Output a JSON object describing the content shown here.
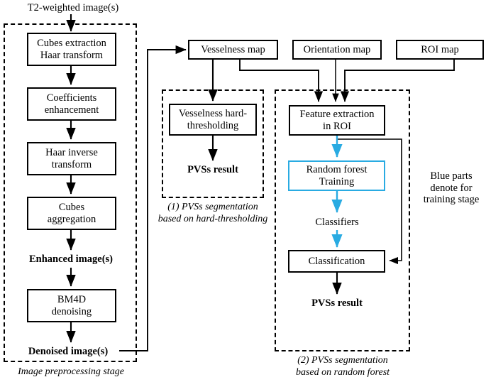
{
  "figure": {
    "title": "PVSs segmentation pipeline flowchart",
    "colors": {
      "stroke": "#000000",
      "blue": "#29abe2",
      "background": "#ffffff"
    }
  },
  "input": {
    "label": "T2-weighted image(s)"
  },
  "preprocessing": {
    "caption": "Image preprocessing stage",
    "steps": [
      {
        "id": "cubes-extraction",
        "line1": "Cubes extraction",
        "line2": "Haar transform"
      },
      {
        "id": "coefficients-enhancement",
        "line1": "Coefficients",
        "line2": "enhancement"
      },
      {
        "id": "haar-inverse",
        "line1": "Haar inverse",
        "line2": "transform"
      },
      {
        "id": "cubes-aggregation",
        "line1": "Cubes",
        "line2": "aggregation"
      },
      {
        "id": "bm4d-denoising",
        "line1": "BM4D",
        "line2": "denoising"
      }
    ],
    "intermediate_label": "Enhanced image(s)",
    "output_label": "Denoised image(s)"
  },
  "maps": [
    {
      "id": "vesselness-map",
      "label": "Vesselness map"
    },
    {
      "id": "orientation-map",
      "label": "Orientation map"
    },
    {
      "id": "roi-map",
      "label": "ROI map"
    }
  ],
  "branch_hard_threshold": {
    "caption_line1": "(1) PVSs segmentation",
    "caption_line2": "based on hard-thresholding",
    "step": {
      "line1": "Vesselness hard-",
      "line2": "thresholding"
    },
    "result_label": "PVSs result"
  },
  "branch_random_forest": {
    "caption_line1": "(2) PVSs segmentation",
    "caption_line2": "based on random forest",
    "feature_extraction": {
      "line1": "Feature extraction",
      "line2": "in ROI"
    },
    "random_forest": {
      "line1": "Random forest",
      "line2": "Training"
    },
    "classifiers_label": "Classifiers",
    "classification_label": "Classification",
    "result_label": "PVSs result"
  },
  "legend": {
    "line1": "Blue parts",
    "line2": "denote for",
    "line3": "training stage"
  }
}
